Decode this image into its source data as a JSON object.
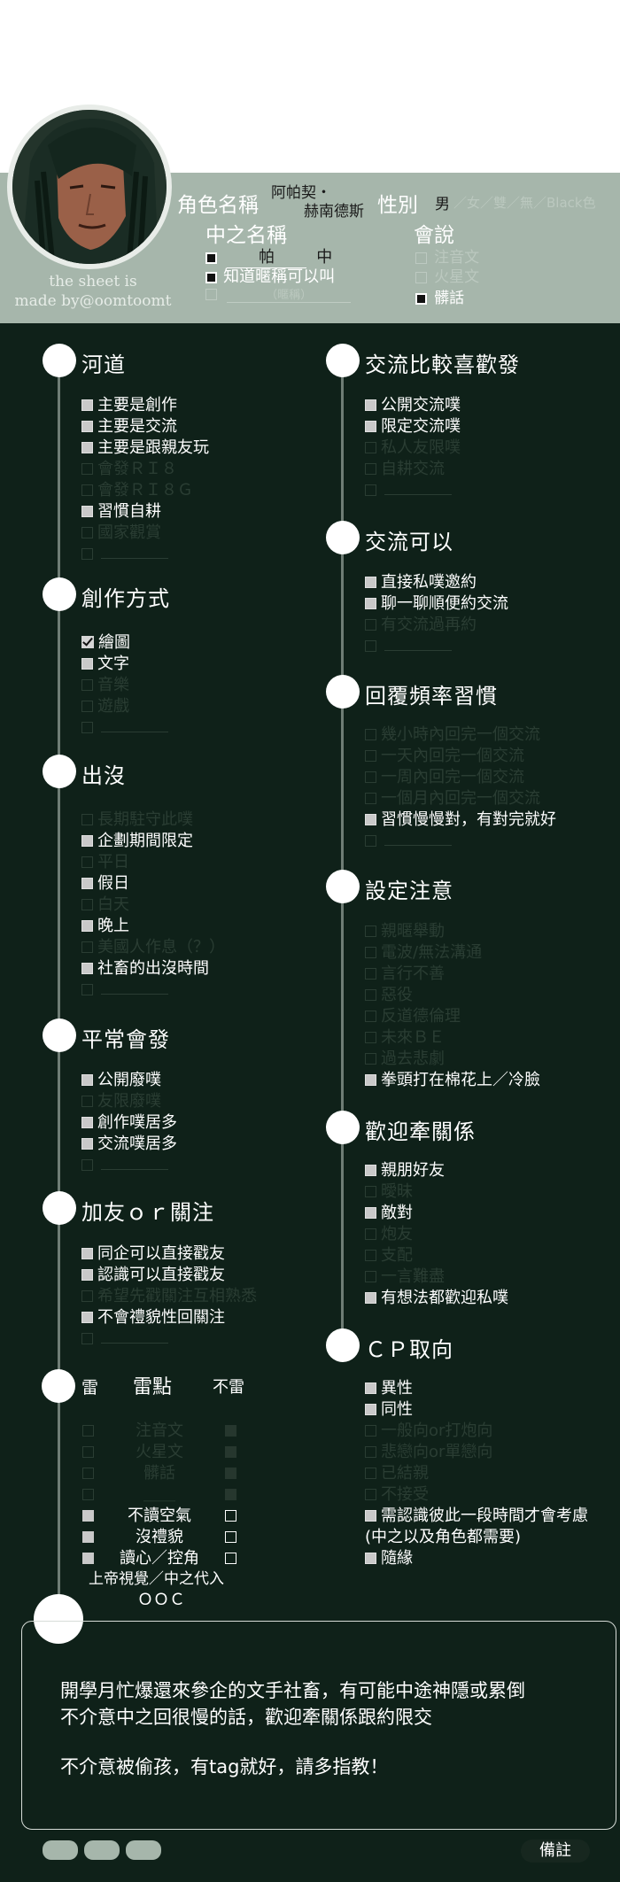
{
  "header": {
    "credit_line1": "the sheet is",
    "credit_line2": "made by@oomtoomt",
    "role_name_label": "角色名稱",
    "role_name_line1": "阿帕契・",
    "role_name_line2": "赫南德斯",
    "gender_label": "性別",
    "gender_value": "男",
    "gender_options_faded": "／女／雙／無／Black色",
    "zhong_label": "中之名稱",
    "zhong_name": "帕",
    "zhong_suffix": "中",
    "zhong_nickname": "知道暱稱可以叫",
    "zhong_third_faded": "（暱稱）",
    "speak_label": "會說",
    "speak_options": [
      {
        "label": "注音文",
        "on": false
      },
      {
        "label": "火星文",
        "on": false
      },
      {
        "label": "髒話",
        "on": true
      }
    ]
  },
  "left_sections": [
    {
      "title": "河道",
      "items": [
        {
          "label": "主要是創作",
          "on": true
        },
        {
          "label": "主要是交流",
          "on": true
        },
        {
          "label": "主要是跟親友玩",
          "on": true
        },
        {
          "label": "會發ＲＩ８",
          "on": false
        },
        {
          "label": "會發ＲＩ８Ｇ",
          "on": false
        },
        {
          "label": "習慣自耕",
          "on": true
        },
        {
          "label": "國家觀賞",
          "on": false
        },
        {
          "label": "",
          "on": false,
          "blank": true
        }
      ]
    },
    {
      "title": "創作方式",
      "items": [
        {
          "label": "繪圖",
          "on": true,
          "checked": true
        },
        {
          "label": "文字",
          "on": true
        },
        {
          "label": "音樂",
          "on": false
        },
        {
          "label": "遊戲",
          "on": false
        },
        {
          "label": "",
          "on": false,
          "blank": true
        }
      ]
    },
    {
      "title": "出沒",
      "items": [
        {
          "label": "長期駐守此噗",
          "on": false
        },
        {
          "label": "企劃期間限定",
          "on": true
        },
        {
          "label": "平日",
          "on": false
        },
        {
          "label": "假日",
          "on": true
        },
        {
          "label": "白天",
          "on": false
        },
        {
          "label": "晚上",
          "on": true
        },
        {
          "label": "美國人作息（？）",
          "on": false
        },
        {
          "label": "社畜的出沒時間",
          "on": true
        },
        {
          "label": "",
          "on": false,
          "blank": true
        }
      ]
    },
    {
      "title": "平常會發",
      "items": [
        {
          "label": "公開廢噗",
          "on": true
        },
        {
          "label": "友限廢噗",
          "on": false
        },
        {
          "label": "創作噗居多",
          "on": true
        },
        {
          "label": "交流噗居多",
          "on": true
        },
        {
          "label": "",
          "on": false,
          "blank": true
        }
      ]
    },
    {
      "title": "加友ｏｒ關注",
      "items": [
        {
          "label": "同企可以直接戳友",
          "on": true
        },
        {
          "label": "認識可以直接戳友",
          "on": true
        },
        {
          "label": "希望先戳關注互相熟悉",
          "on": false
        },
        {
          "label": "不會禮貌性回關注",
          "on": true
        },
        {
          "label": "",
          "on": false,
          "blank": true
        }
      ]
    }
  ],
  "lei": {
    "title": "雷",
    "mid": "雷點",
    "right": "不雷",
    "rows": [
      {
        "label": "注音文",
        "left": "off",
        "right": "dim",
        "faded": true
      },
      {
        "label": "火星文",
        "left": "off",
        "right": "dim",
        "faded": true
      },
      {
        "label": "髒話",
        "left": "off",
        "right": "dim",
        "faded": true
      },
      {
        "label": "＿＿",
        "left": "off",
        "right": "dim",
        "faded": true
      },
      {
        "label": "不讀空氣",
        "left": "fill",
        "right": "out",
        "faded": false
      },
      {
        "label": "沒禮貌",
        "left": "fill",
        "right": "out",
        "faded": false
      },
      {
        "label": "讀心／控角",
        "left": "fill",
        "right": "out",
        "faded": false
      }
    ],
    "extra1": "上帝視覺／中之代入",
    "extra2": "ＯＯＣ"
  },
  "right_sections": [
    {
      "title": "交流比較喜歡發",
      "items": [
        {
          "label": "公開交流噗",
          "on": true
        },
        {
          "label": "限定交流噗",
          "on": true
        },
        {
          "label": "私人友限噗",
          "on": false
        },
        {
          "label": "自耕交流",
          "on": false
        },
        {
          "label": "",
          "on": false,
          "blank": true
        }
      ]
    },
    {
      "title": "交流可以",
      "items": [
        {
          "label": "直接私噗邀約",
          "on": true
        },
        {
          "label": "聊一聊順便約交流",
          "on": true
        },
        {
          "label": "有交流過再約",
          "on": false
        },
        {
          "label": "",
          "on": false,
          "blank": true
        }
      ]
    },
    {
      "title": "回覆頻率習慣",
      "items": [
        {
          "label": "幾小時內回完一個交流",
          "on": false
        },
        {
          "label": "一天內回完一個交流",
          "on": false
        },
        {
          "label": "一周內回完一個交流",
          "on": false
        },
        {
          "label": "一個月內回完一個交流",
          "on": false
        },
        {
          "label": "習慣慢慢對，有對完就好",
          "on": true
        },
        {
          "label": "",
          "on": false,
          "blank": true
        }
      ]
    },
    {
      "title": "設定注意",
      "items": [
        {
          "label": "親暱舉動",
          "on": false
        },
        {
          "label": "電波/無法溝通",
          "on": false
        },
        {
          "label": "言行不善",
          "on": false
        },
        {
          "label": "惡役",
          "on": false
        },
        {
          "label": "反道德倫理",
          "on": false
        },
        {
          "label": "未來ＢＥ",
          "on": false
        },
        {
          "label": "過去悲劇",
          "on": false
        },
        {
          "label": "拳頭打在棉花上／冷臉",
          "on": true
        }
      ]
    },
    {
      "title": "歡迎牽關係",
      "items": [
        {
          "label": "親朋好友",
          "on": true
        },
        {
          "label": "曖昧",
          "on": false
        },
        {
          "label": "敵對",
          "on": true
        },
        {
          "label": "炮友",
          "on": false
        },
        {
          "label": "支配",
          "on": false
        },
        {
          "label": "一言難盡",
          "on": false
        },
        {
          "label": "有想法都歡迎私噗",
          "on": true
        }
      ]
    },
    {
      "title": "ＣＰ取向",
      "items": [
        {
          "label": "異性",
          "on": true
        },
        {
          "label": "同性",
          "on": true
        },
        {
          "label": "一般向or打炮向",
          "on": false
        },
        {
          "label": "悲戀向or單戀向",
          "on": false
        },
        {
          "label": "已結親",
          "on": false
        },
        {
          "label": "不接受",
          "on": false
        },
        {
          "label": "需認識彼此一段時間才會考慮",
          "on": true
        },
        {
          "label": "(中之以及角色都需要)",
          "on": true,
          "nobox": true
        },
        {
          "label": "隨緣",
          "on": true
        }
      ]
    }
  ],
  "note": {
    "line1": "開學月忙爆還來參企的文手社畜，有可能中途神隱或累倒",
    "line2": "不介意中之回很慢的話，歡迎牽關係跟約限交",
    "line3": "不介意被偷孩，有tag就好，請多指教！"
  },
  "footer": {
    "memo_label": "備註"
  },
  "colors": {
    "background": "#0f2119",
    "header_band": "#a6b6ab",
    "faded_text": "#2a3d33"
  }
}
